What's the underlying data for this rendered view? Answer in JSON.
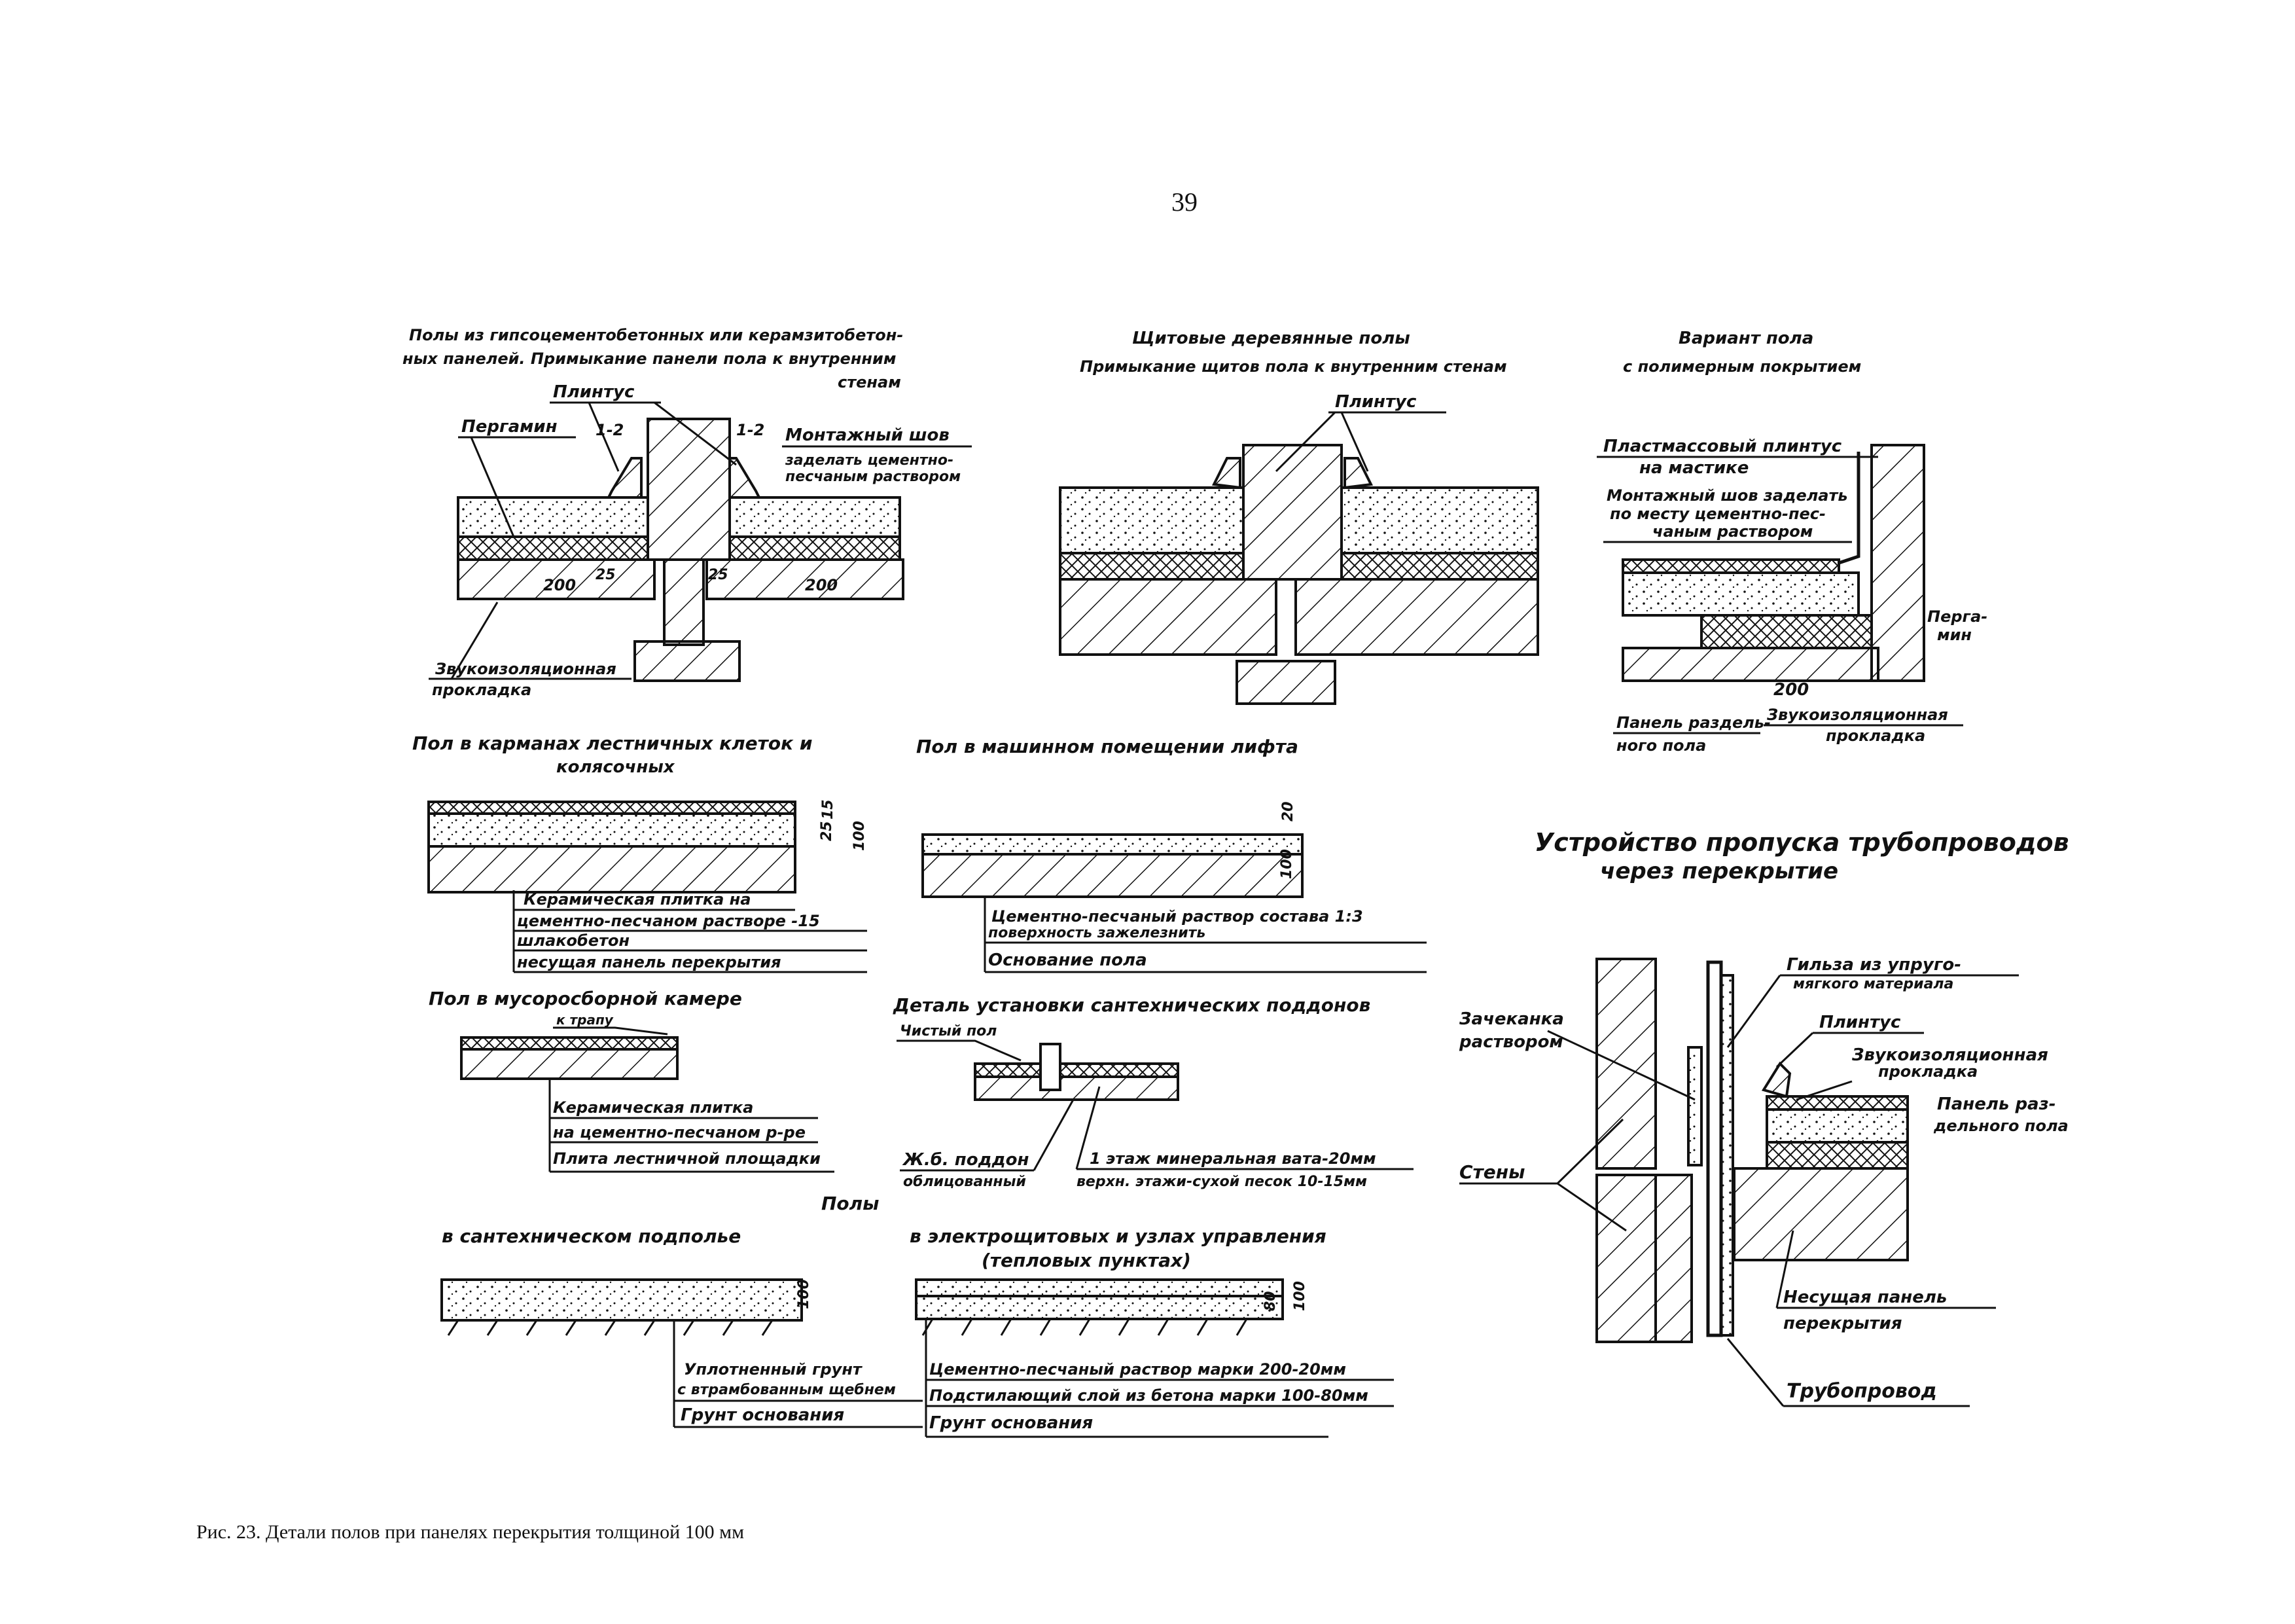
{
  "page_number": "39",
  "caption": "Рис. 23. Детали полов при панелях перекрытия толщиной 100 мм",
  "colors": {
    "ink": "#111111",
    "paper": "#ffffff"
  },
  "panel1": {
    "title1": "Полы из гипсоцементобетонных или керамзитобетон-",
    "title2": "ных панелей. Примыкание панели пола к внутренним",
    "title3": "стенам",
    "plintus": "Плинтус",
    "pergamin": "Пергамин",
    "sec_l": "1-2",
    "sec_r": "1-2",
    "montazh1": "Монтажный шов",
    "montazh2": "заделать цементно-",
    "montazh3": "песчаным раствором",
    "dim_200a": "200",
    "dim_25a": "25",
    "dim_25b": "25",
    "dim_200b": "200",
    "zvuk1": "Звукоизоляционная",
    "zvuk2": "прокладка"
  },
  "panel2": {
    "title1": "Щитовые деревянные полы",
    "title2": "Примыкание щитов пола к внутренним стенам",
    "plintus": "Плинтус"
  },
  "panel3": {
    "title1": "Вариант пола",
    "title2": "с полимерным покрытием",
    "plinth1": "Пластмассовый плинтус",
    "plinth2": "на мастике",
    "montazh1": "Монтажный шов заделать",
    "montazh2": "по месту цементно-пес-",
    "montazh3": "чаным раствором",
    "pergamin1": "Перга-",
    "pergamin2": "мин",
    "dim_200": "200",
    "panel1": "Панель раздель-",
    "panel2": "ного пола",
    "zvuk1": "Звукоизоляционная",
    "zvuk2": "прокладка"
  },
  "panel4": {
    "title1": "Пол в карманах лестничных клеток и",
    "title2": "колясочных",
    "dim_25": "25",
    "dim_15": "15",
    "dim_100": "100",
    "layer1": "Керамическая плитка на",
    "layer2": "цементно-песчаном растворе -15",
    "layer3": "шлакобетон",
    "layer4": "несущая панель перекрытия"
  },
  "panel5": {
    "title": "Пол в машинном помещении лифта",
    "dim_20": "20",
    "dim_100": "100",
    "layer1": "Цементно-песчаный раствор состава 1:3",
    "layer2": "поверхность зажелезнить",
    "layer3": "Основание пола"
  },
  "panel6": {
    "title1": "Пол в мусоросборной камере",
    "title2": "к трапу",
    "layer1": "Керамическая плитка",
    "layer2": "на цементно-песчаном р-ре",
    "layer3": "Плита лестничной площадки"
  },
  "panel7": {
    "title": "Деталь установки сантехнических поддонов",
    "clean_floor": "Чистый пол",
    "pallet1": "Ж.б. поддон",
    "pallet2": "облицованный",
    "note1": "1 этаж минеральная вата-20мм",
    "note2": "верхн. этажи-сухой песок 10-15мм"
  },
  "panel8": {
    "header": "Полы",
    "title": "в сантехническом подполье",
    "dim_100": "100",
    "layer1": "Уплотненный грунт",
    "layer2": "с втрамбованным щебнем",
    "layer3": "Грунт основания"
  },
  "panel9": {
    "title1": "в электрощитовых и узлах управления",
    "title2": "(тепловых пунктах)",
    "dim_80": "80",
    "dim_100": "100",
    "layer1": "Цементно-песчаный раствор марки 200-20мм",
    "layer2": "Подстилающий слой из бетона марки 100-80мм",
    "layer3": "Грунт основания"
  },
  "panel10": {
    "title1": "Устройство пропуска трубопроводов",
    "title2": "через перекрытие",
    "sleeve1": "Гильза из упруго-",
    "sleeve2": "мягкого материала",
    "plintus": "Плинтус",
    "caulk1": "Зачеканка",
    "caulk2": "раствором",
    "zvuk1": "Звукоизоляционная",
    "zvuk2": "прокладка",
    "panel1": "Панель раз-",
    "panel2": "дельного пола",
    "walls": "Стены",
    "bearing1": "Несущая панель",
    "bearing2": "перекрытия",
    "pipe": "Трубопровод"
  }
}
